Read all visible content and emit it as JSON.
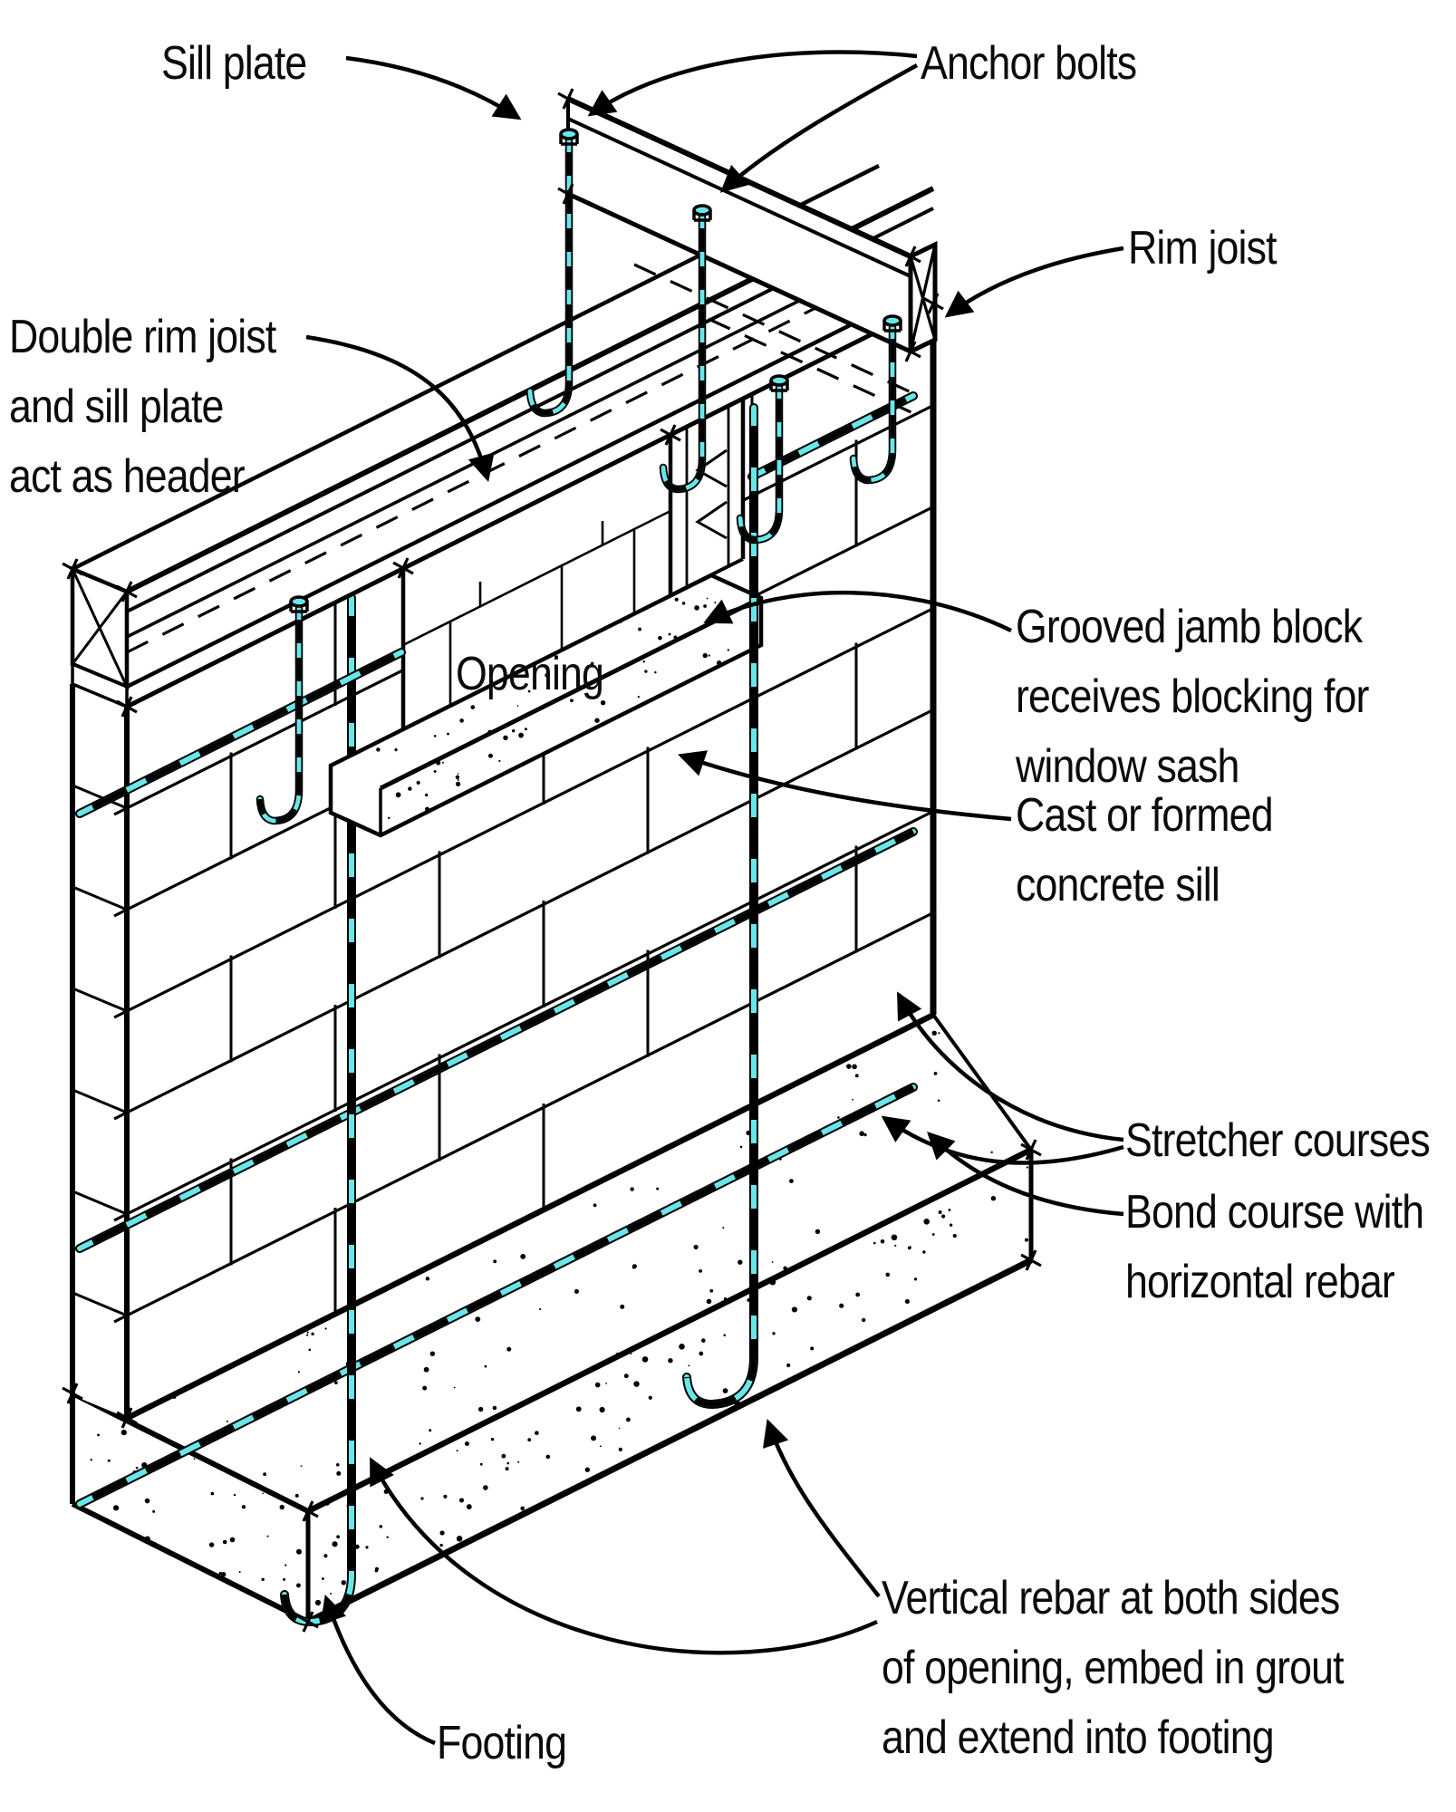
{
  "figure": {
    "kind": "construction-detail-diagram",
    "subject": "Reinforced concrete block (CMU) wall with window opening, wood floor framing above and footing below"
  },
  "colors": {
    "background": "#ffffff",
    "ink": "#000000",
    "rebar_highlight": "#68E7EA"
  },
  "labels": {
    "sill_plate": {
      "line1": "Sill plate"
    },
    "anchor_bolts": {
      "line1": "Anchor bolts"
    },
    "rim_joist": {
      "line1": "Rim joist"
    },
    "header_note": {
      "line1": "Double rim joist",
      "line2": "and sill plate",
      "line3": "act as header"
    },
    "opening": {
      "line1": "Opening"
    },
    "jamb_note": {
      "line1": "Grooved jamb block",
      "line2": "receives blocking for",
      "line3": "window sash"
    },
    "sill_note": {
      "line1": "Cast or formed",
      "line2": "concrete sill"
    },
    "stretcher_note": {
      "line1": "Stretcher courses"
    },
    "bond_note": {
      "line1": "Bond course with",
      "line2": "horizontal rebar"
    },
    "vertical_rebar_noteصخ": null,
    "vertical_rebar_note": {
      "line1": "Vertical rebar at both sides",
      "line2": "of opening, embed in grout",
      "line3": "and extend into footing"
    },
    "footing": {
      "line1": "Footing"
    }
  }
}
